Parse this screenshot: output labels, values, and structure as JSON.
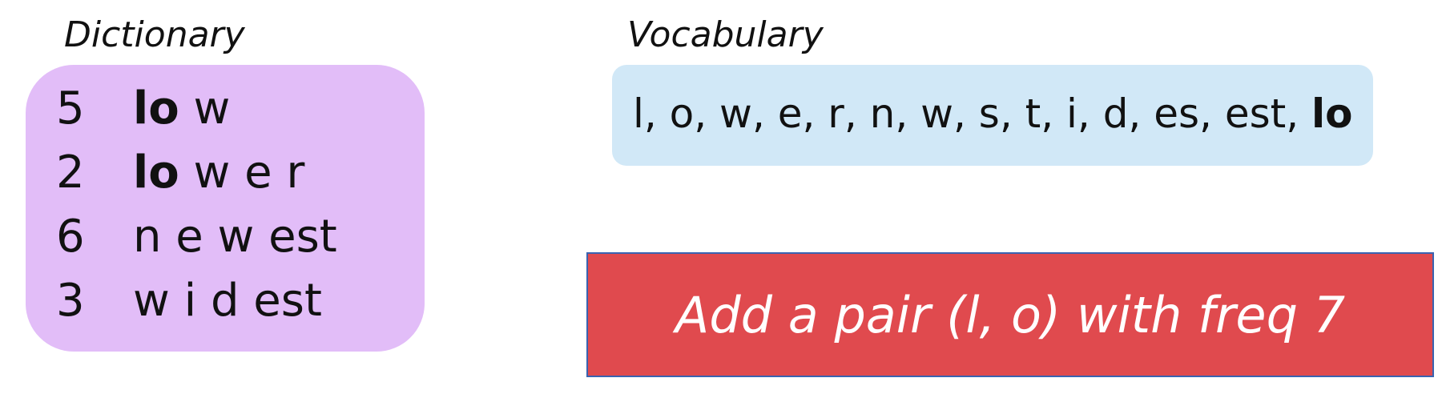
{
  "dictionary": {
    "heading": "Dictionary",
    "rows": [
      {
        "freq": "5",
        "bold": "lo",
        "rest": "w"
      },
      {
        "freq": "2",
        "bold": "lo",
        "rest": "w e r"
      },
      {
        "freq": "6",
        "bold": "",
        "rest": "n e w est"
      },
      {
        "freq": "3",
        "bold": "",
        "rest": "w i d est"
      }
    ]
  },
  "vocabulary": {
    "heading": "Vocabulary",
    "tokens_text": "l, o, w, e, r, n, w, s, t, i, d, es, est,",
    "new_token": "lo"
  },
  "note": {
    "text": "Add a pair (l, o) with freq 7"
  },
  "colors": {
    "dictionary_bg": "#e2bdf8",
    "vocabulary_bg": "#d1e8f7",
    "note_bg": "#e04a4e",
    "note_border": "#3a63b0"
  }
}
